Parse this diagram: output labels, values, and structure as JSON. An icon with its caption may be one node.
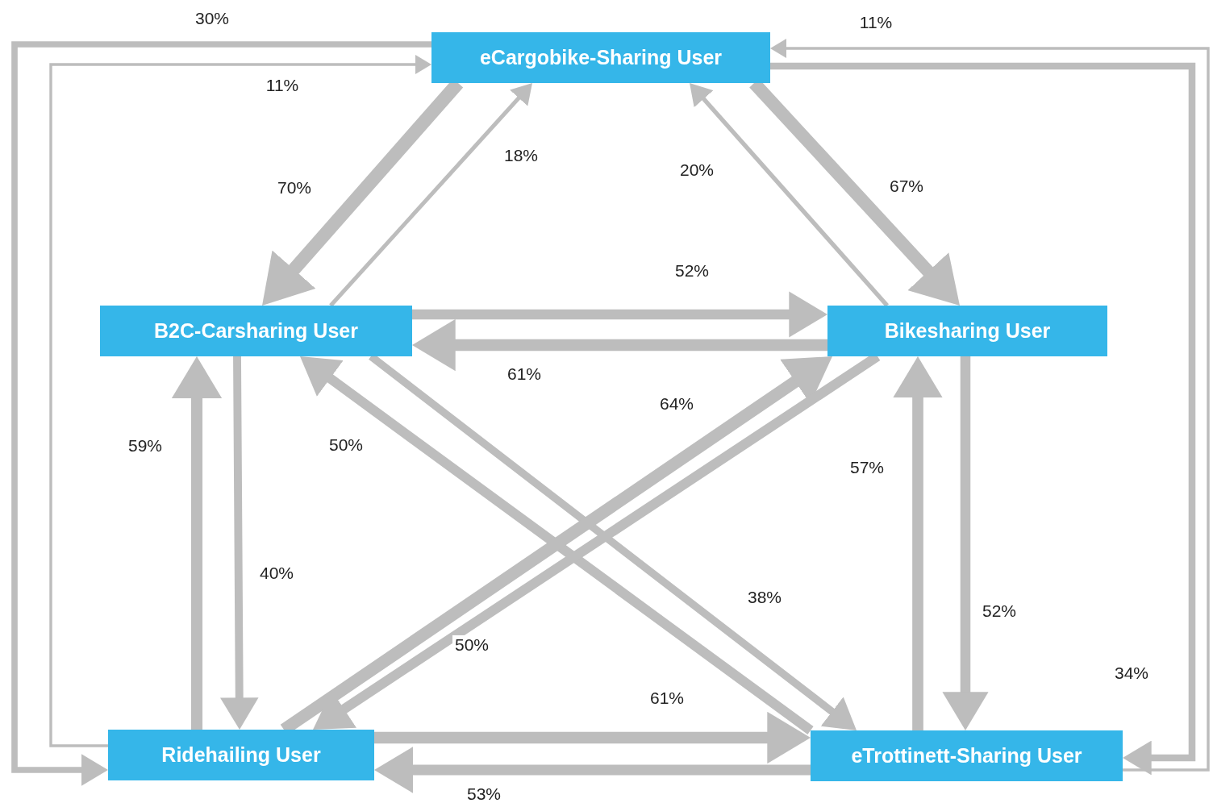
{
  "diagram": {
    "nodes": [
      {
        "text": [
          "eCargobike-Sharing User"
        ]
      },
      {
        "text": [
          "B2C-Carsharing User"
        ]
      },
      {
        "text": [
          "Bikesharing User"
        ]
      },
      {
        "text": [
          "Ridehailing User"
        ]
      },
      {
        "text": [
          "eTrottinett-Sharing User"
        ]
      }
    ],
    "edges": [
      {
        "from": 0,
        "to": 1,
        "arrow": "to",
        "label": "70%"
      },
      {
        "from": 1,
        "to": 0,
        "arrow": "to",
        "label": "18%"
      },
      {
        "from": 2,
        "to": 0,
        "arrow": "to",
        "label": "20%"
      },
      {
        "from": 0,
        "to": 2,
        "arrow": "to",
        "label": "67%"
      },
      {
        "from": 1,
        "to": 2,
        "arrow": "to",
        "label": "52%"
      },
      {
        "from": 2,
        "to": 1,
        "arrow": "to",
        "label": "61%"
      },
      {
        "from": 3,
        "to": 1,
        "arrow": "to",
        "label": "59%"
      },
      {
        "from": 1,
        "to": 3,
        "arrow": "to",
        "label": "40%"
      },
      {
        "from": 4,
        "to": 1,
        "arrow": "to",
        "label": "50%"
      },
      {
        "from": 1,
        "to": 4,
        "arrow": "to",
        "label": "38%"
      },
      {
        "from": 3,
        "to": 2,
        "arrow": "to",
        "label": "64%"
      },
      {
        "from": 2,
        "to": 3,
        "arrow": "to",
        "label": "50%"
      },
      {
        "from": 4,
        "to": 2,
        "arrow": "to",
        "label": "57%"
      },
      {
        "from": 2,
        "to": 4,
        "arrow": "to",
        "label": "52%"
      },
      {
        "from": 3,
        "to": 4,
        "arrow": "to",
        "label": "61%"
      },
      {
        "from": 4,
        "to": 3,
        "arrow": "to",
        "label": "53%"
      },
      {
        "from": 0,
        "to": 3,
        "arrow": "to",
        "label": "30%"
      },
      {
        "from": 3,
        "to": 0,
        "arrow": "to",
        "label": "11%"
      },
      {
        "from": 0,
        "to": 4,
        "arrow": "to",
        "label": "34%"
      },
      {
        "from": 4,
        "to": 0,
        "arrow": "to",
        "label": "11%"
      }
    ]
  }
}
